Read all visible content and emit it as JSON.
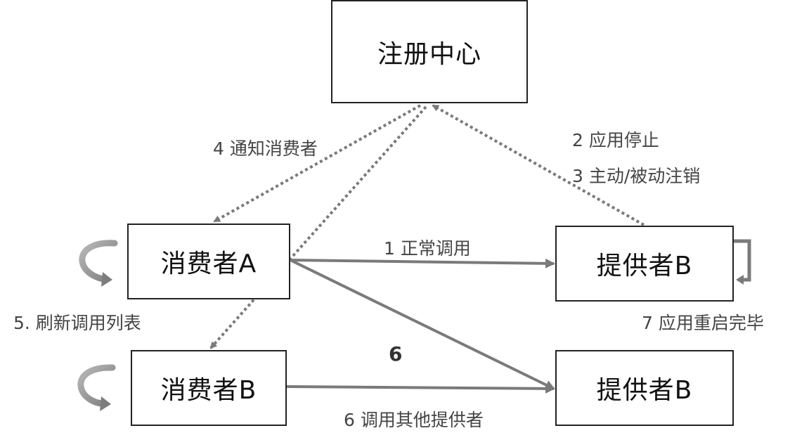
{
  "nodes": {
    "registry": "注册中心",
    "consumer_a": "消费者A",
    "consumer_b": "消费者B",
    "provider_b_top": "提供者B",
    "provider_b_bottom": "提供者B"
  },
  "labels": {
    "notify_consumer": "4 通知消费者",
    "app_stop": "2 应用停止",
    "deregister": "3 主动/被动注销",
    "normal_call": "1 正常调用",
    "refresh_list": "5. 刷新调用列表",
    "restart_done": "7 应用重启完毕",
    "step6": "6",
    "call_other": "6 调用其他提供者"
  },
  "colors": {
    "arrow": "#7a7a7a",
    "text": "#444444",
    "border": "#222222"
  }
}
